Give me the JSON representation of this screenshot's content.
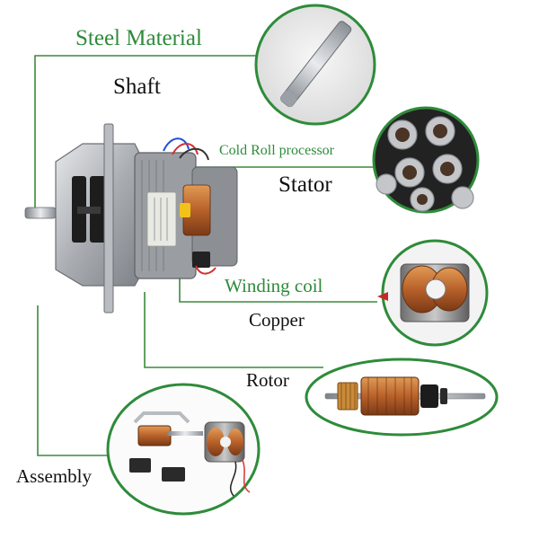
{
  "colors": {
    "accent_green": "#2e8b3a",
    "leader_line": "#3c8a3c",
    "label_black": "#111111"
  },
  "labels": {
    "steel_material": "Steel Material",
    "shaft": "Shaft",
    "cold_roll_processor": "Cold Roll processor",
    "stator": "Stator",
    "winding_coil": "Winding coil",
    "copper": "Copper",
    "rotor": "Rotor",
    "assembly": "Assembly"
  }
}
